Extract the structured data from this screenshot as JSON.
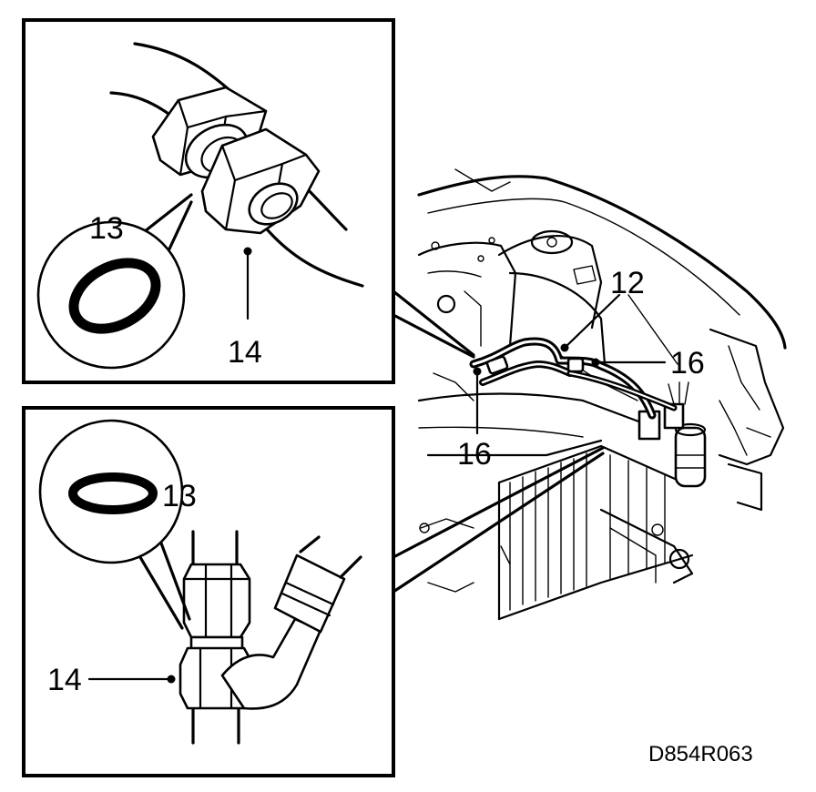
{
  "diagram": {
    "top_panel": {
      "callouts": {
        "o_ring": "13",
        "nut": "14"
      }
    },
    "bottom_panel": {
      "callouts": {
        "o_ring": "13",
        "nut": "14"
      }
    },
    "vehicle_view": {
      "callouts": {
        "line": "12",
        "fitting_right": "16",
        "fitting_left": "16"
      }
    },
    "figure_code": "D854R063"
  }
}
